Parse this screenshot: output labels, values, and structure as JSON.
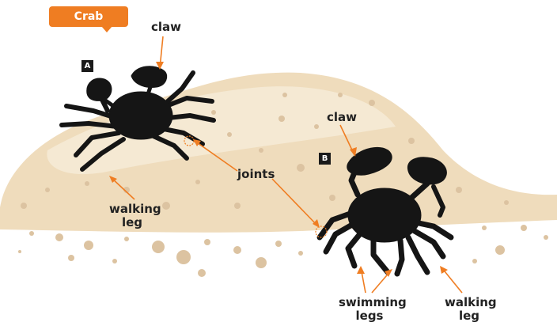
{
  "title": "Crab",
  "crab_a": {
    "badge": "A",
    "claw_label": "claw",
    "walking_leg_label": [
      "walking",
      "leg"
    ]
  },
  "crab_b": {
    "badge": "B",
    "claw_label": "claw",
    "swimming_legs_label": [
      "swimming",
      "legs"
    ],
    "walking_leg_label": [
      "walking",
      "leg"
    ]
  },
  "joints_label": "joints",
  "colors": {
    "accent": "#ef7d22",
    "sand": "#efdcbc",
    "sand_light": "#f6ecd8",
    "crab": "#151515",
    "dot": "#dcc3a1"
  }
}
